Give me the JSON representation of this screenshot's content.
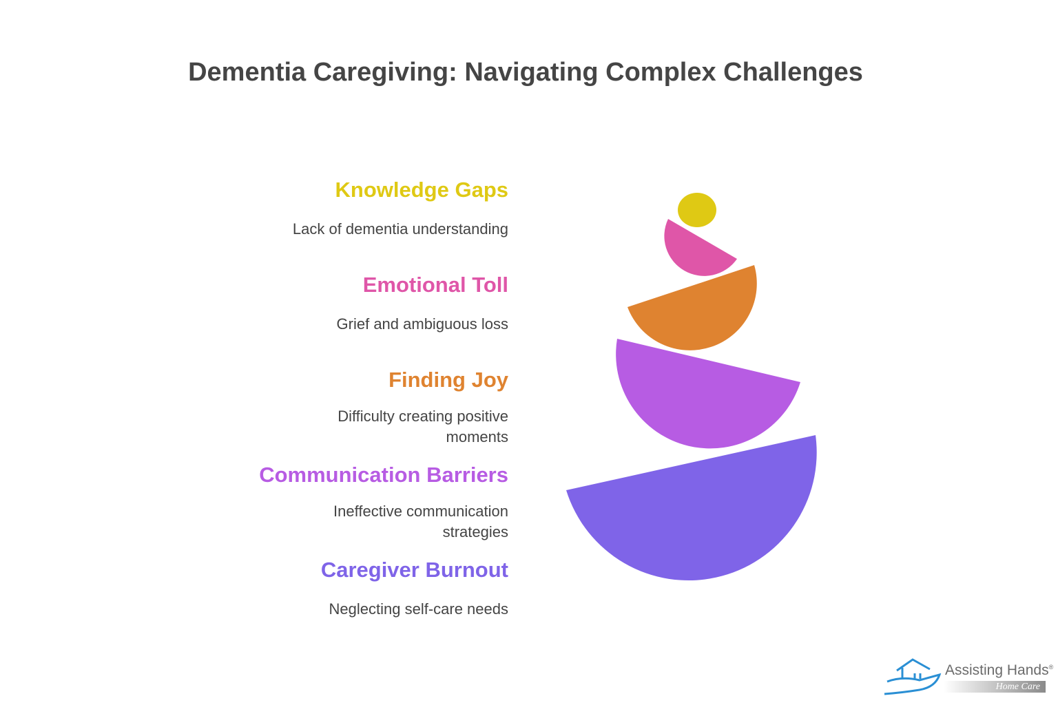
{
  "title": "Dementia Caregiving: Navigating Complex Challenges",
  "items": [
    {
      "heading": "Knowledge Gaps",
      "description": "Lack of dementia understanding",
      "color": "#dfc914"
    },
    {
      "heading": "Emotional Toll",
      "description": "Grief and ambiguous loss",
      "color": "#df56a8"
    },
    {
      "heading": "Finding Joy",
      "description": "Difficulty creating positive moments",
      "color": "#df8330"
    },
    {
      "heading": "Communication Barriers",
      "description": "Ineffective communication strategies",
      "color": "#b75ce3"
    },
    {
      "heading": "Caregiver Burnout",
      "description": "Neglecting self-care needs",
      "color": "#7f64e8"
    }
  ],
  "logo": {
    "name": "Assisting Hands",
    "tagline": "Home Care",
    "mark": "®"
  }
}
